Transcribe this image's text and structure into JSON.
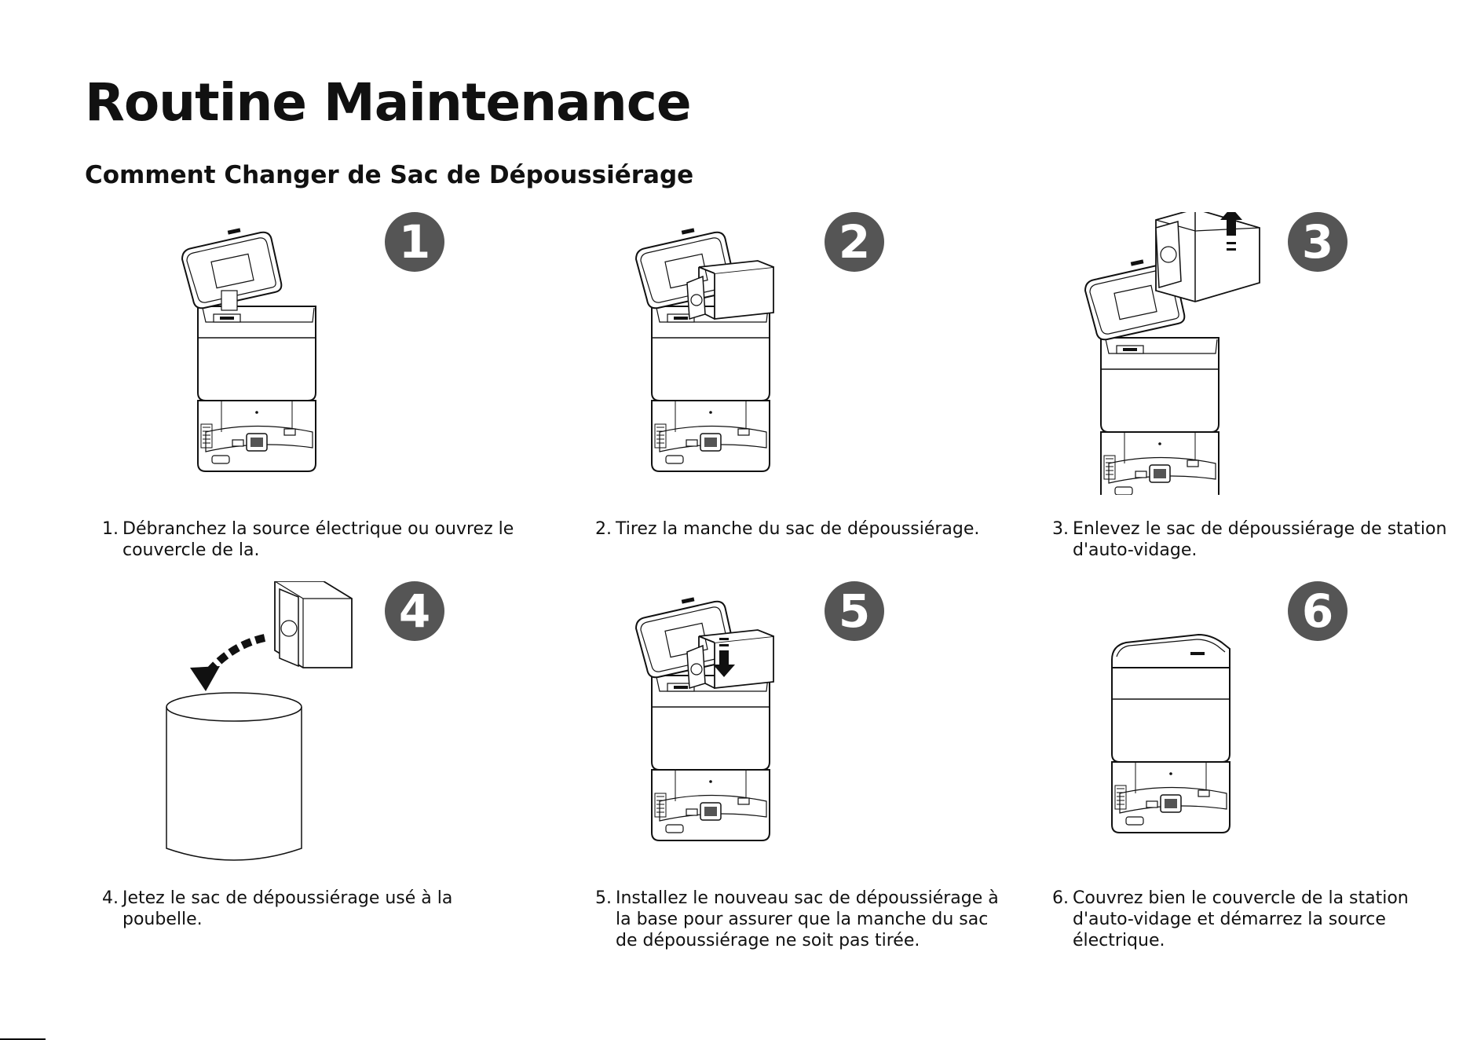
{
  "page": {
    "title": "Routine Maintenance",
    "subtitle": "Comment Changer de Sac de Dépoussiérage"
  },
  "steps": [
    {
      "badge": "1",
      "number": "1.",
      "text": "Débranchez la source électrique ou ouvrez le couvercle de la."
    },
    {
      "badge": "2",
      "number": "2.",
      "text": "Tirez la manche du sac de dépoussiérage."
    },
    {
      "badge": "3",
      "number": "3.",
      "text": "Enlevez le sac de dépoussiérage de station d'auto-vidage."
    },
    {
      "badge": "4",
      "number": "4.",
      "text": "Jetez le sac de dépoussiérage usé à la poubelle."
    },
    {
      "badge": "5",
      "number": "5.",
      "text": "Installez le nouveau sac de dépoussiérage à la base pour assurer que la manche du sac de dépoussiérage ne soit pas tirée."
    },
    {
      "badge": "6",
      "number": "6.",
      "text": "Couvrez bien le couvercle de la station d'auto-vidage et démarrez la source électrique."
    }
  ]
}
